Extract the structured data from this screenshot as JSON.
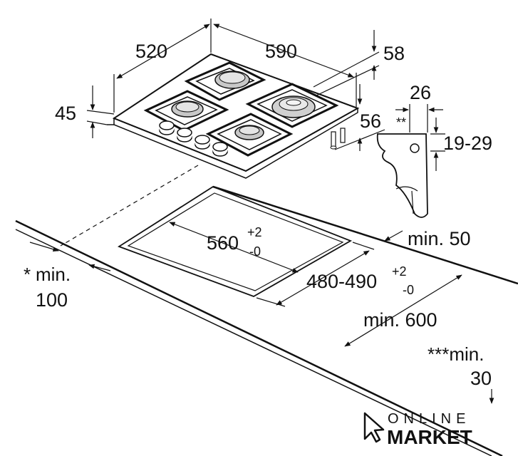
{
  "dimensions": {
    "width_total": "590",
    "depth_total": "520",
    "height_front": "45",
    "height_back": "58",
    "height_rear": "56",
    "clip_width": "26",
    "clip_stars": "**",
    "clip_range": "19-29",
    "cutout_width_main": "560",
    "cutout_width_tol_plus": "+2",
    "cutout_width_tol_minus": "-0",
    "cutout_depth_main": "480-490",
    "cutout_depth_tol_plus": "+2",
    "cutout_depth_tol_minus": "-0",
    "min_rear": "min. 50",
    "min_depth": "min. 600",
    "front_star": "*",
    "front_min": "min.",
    "front_min_val": "100",
    "side_stars": "***min.",
    "side_min_val": "30"
  },
  "logo": {
    "line1": "ONLINE",
    "line2": "MARKET"
  }
}
